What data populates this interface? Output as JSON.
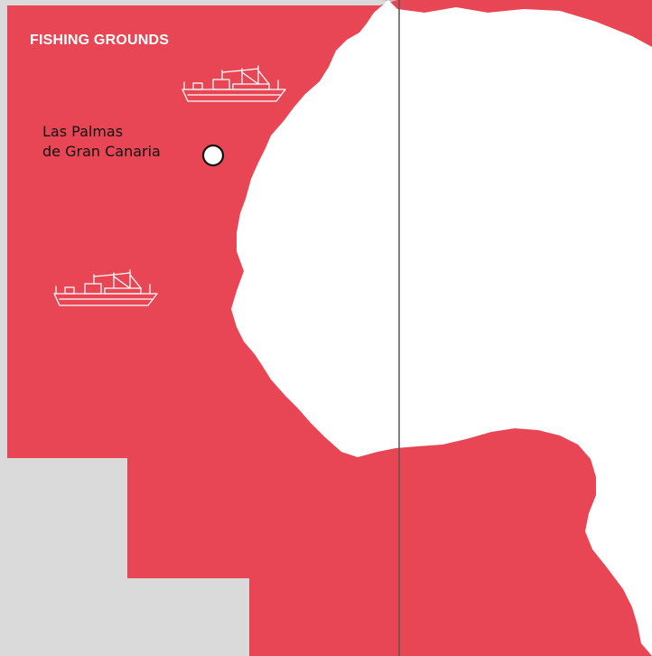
{
  "map": {
    "title": "FISHING GROUNDS",
    "city": {
      "name_line1": "Las Palmas",
      "name_line2": "de Gran Canaria"
    },
    "colors": {
      "fishing_zone": "#e84655",
      "land": "#ffffff",
      "background": "#dadada",
      "meridian_line": "#555555",
      "text_dark": "#111111"
    },
    "icons": [
      "fishing-vessel-icon",
      "fishing-vessel-icon",
      "city-marker-icon"
    ]
  }
}
